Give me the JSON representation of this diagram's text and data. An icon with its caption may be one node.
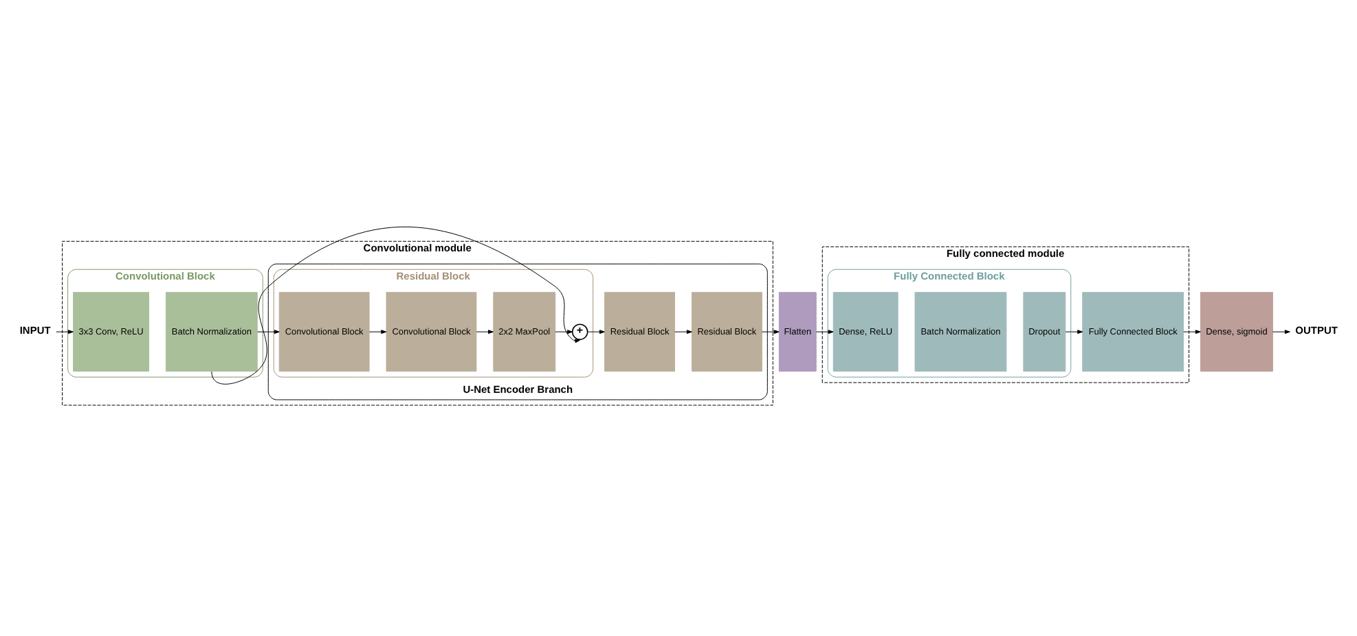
{
  "diagram": {
    "nodes": [
      {
        "text": [
          "INPUT"
        ]
      },
      {
        "text": [
          "Convolutional module"
        ]
      },
      {
        "text": [
          "Convolutional Block"
        ],
        "in": 1
      },
      {
        "text": [
          "3x3 Conv, ReLU"
        ],
        "in": 2
      },
      {
        "text": [
          "Batch Normalization"
        ],
        "in": 2
      },
      {
        "text": [
          "U-Net Encoder Branch"
        ],
        "in": 1
      },
      {
        "text": [
          "Residual Block"
        ],
        "in": 5
      },
      {
        "text": [
          "Convolutional Block"
        ],
        "in": 6
      },
      {
        "text": [
          "Convolutional Block"
        ],
        "in": 6
      },
      {
        "text": [
          "2x2 MaxPool"
        ],
        "in": 6
      },
      {
        "text": [
          "+"
        ],
        "in": 6
      },
      {
        "text": [
          "Residual Block"
        ],
        "in": 5
      },
      {
        "text": [
          "Residual Block"
        ],
        "in": 5
      },
      {
        "text": [
          "Flatten"
        ]
      },
      {
        "text": [
          "Fully connected module"
        ]
      },
      {
        "text": [
          "Fully Connected Block"
        ],
        "in": 14
      },
      {
        "text": [
          "Dense, ReLU"
        ],
        "in": 15
      },
      {
        "text": [
          "Batch Normalization"
        ],
        "in": 15
      },
      {
        "text": [
          "Dropout"
        ],
        "in": 15
      },
      {
        "text": [
          "Fully Connected Block"
        ],
        "in": 14
      },
      {
        "text": [
          "Dense, sigmoid"
        ]
      },
      {
        "text": [
          "OUTPUT"
        ]
      }
    ],
    "edges": [
      {
        "from": 0,
        "to": 3,
        "arrow": "to"
      },
      {
        "from": 4,
        "to": 7,
        "arrow": "to"
      },
      {
        "from": 7,
        "to": 8,
        "arrow": "to"
      },
      {
        "from": 8,
        "to": 9,
        "arrow": "to"
      },
      {
        "from": 9,
        "to": 10,
        "arrow": "to"
      },
      {
        "from": 4,
        "to": 10,
        "arrow": "to"
      },
      {
        "from": 10,
        "to": 11,
        "arrow": "to"
      },
      {
        "from": 11,
        "to": 12,
        "arrow": "to"
      },
      {
        "from": 12,
        "to": 13,
        "arrow": "to"
      },
      {
        "from": 13,
        "to": 16,
        "arrow": "to"
      },
      {
        "from": 18,
        "to": 19,
        "arrow": "to"
      },
      {
        "from": 19,
        "to": 20,
        "arrow": "to"
      },
      {
        "from": 20,
        "to": 21,
        "arrow": "to"
      }
    ]
  }
}
